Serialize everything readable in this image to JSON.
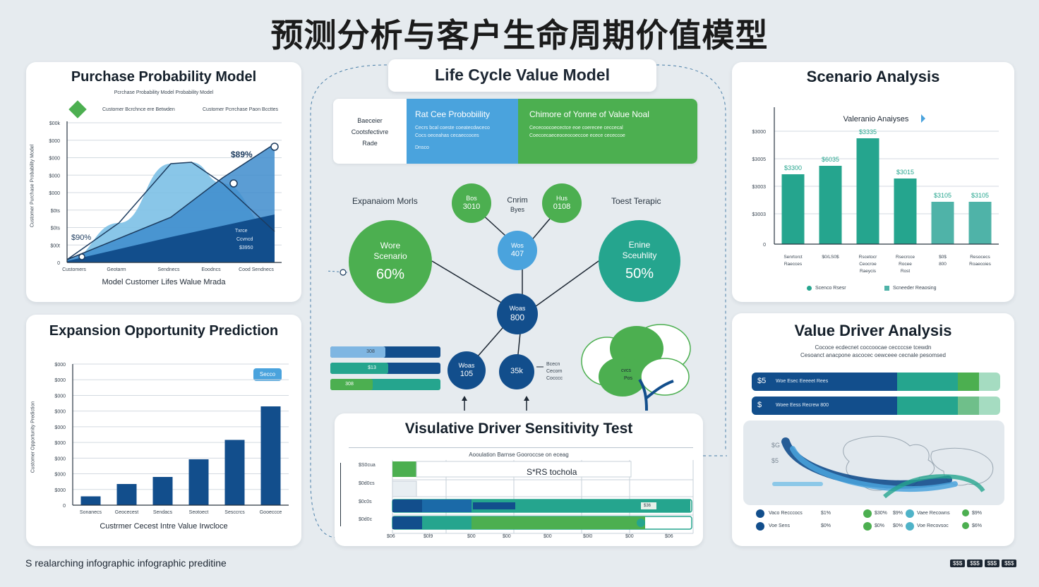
{
  "page": {
    "title": "预测分析与客户生命周期价值模型",
    "footer": "S realarching infographic infographic preditine",
    "badges": [
      "$$$",
      "$$$",
      "$$$",
      "$$$"
    ]
  },
  "colors": {
    "navy": "#124e8c",
    "blue": "#4aa3dd",
    "teal": "#25a58e",
    "green": "#4caf50",
    "background": "#e6ebef"
  },
  "purchase": {
    "title": "Purchase Probability Model",
    "subtitle": "Pcrchase Probability Model Probability Model",
    "legend": [
      "Customer Bcrchnce ere Betwden",
      "Customer Pcrrchase Paon Bccttes"
    ],
    "ylabel": "Customer Purchase Probability Model",
    "xlabel": "Model Customer Lifes Walue Mrada",
    "annotations": {
      "peak": "$89%",
      "start": "$90%",
      "inner": [
        "Txrce",
        "Ccvncd",
        "$3950"
      ]
    }
  },
  "lifecycle": {
    "title": "Life Cycle Value Model",
    "header": {
      "left": [
        "Baeceier",
        "Cootsfectivre",
        "Rade"
      ],
      "mid_title": "Rat Cee Probobiility",
      "mid_body": [
        "Cecrs bcal coeste coeatecdwceco",
        "Cocs oeceahas cecaeccoces"
      ],
      "mid_foot": "Dnsco",
      "right_title": "Chimore of Yonne of Value Noal",
      "right_body": [
        "Cececoocoecectce eoe coerecee ceccecal",
        "Coeccecaeceoceocoeccoe ecece cececcoe"
      ]
    },
    "left_label": "Expanaiom Morls",
    "right_label": "Toest Terapic",
    "top_mid_label": [
      "Cnrim",
      "Byes"
    ],
    "nodes": {
      "top_left": [
        "Bos",
        "3010"
      ],
      "top_right": [
        "Hus",
        "0108"
      ],
      "center_top": [
        "Wos",
        "407"
      ],
      "left_big": [
        "Wore",
        "Scenario",
        "60%"
      ],
      "right_big": [
        "Enine",
        "Sceuhlity",
        "50%"
      ],
      "center": [
        "Woas",
        "800"
      ],
      "bottom_left": [
        "Woas",
        "105"
      ],
      "bottom_mid": [
        "35k"
      ]
    },
    "bars": [
      "308",
      "$13",
      "308"
    ],
    "tree_label": [
      "cvcs",
      "Pos"
    ],
    "bottom_mid_note": [
      "Bcecn",
      "Cecorn",
      "Cocccc"
    ]
  },
  "sensitivity": {
    "title": "Visulative Driver Sensitivity Test",
    "subtitle": "Aooulation Barnse Gooroccse on eceag",
    "highlight": "S*RS tochola",
    "rows": [
      "$S0cua",
      "$0d0cs",
      "$0c0s",
      "$0d0c"
    ],
    "xticks": [
      "$06",
      "$0l9",
      "$00",
      "$00",
      "$00",
      "$0l0",
      "$00",
      "$06"
    ],
    "bar_label": "$36"
  },
  "scenario": {
    "title": "Scenario Analysis",
    "legend": [
      "Scenco Rsesr",
      "Scneeder Reaosing"
    ]
  },
  "expansion": {
    "title": "Expansion Opportunity Prediction",
    "badge": "Secco",
    "xlabel": "Custrmer Cecest Intre Value Irwcloce",
    "ylabel": "Customer Opportunity Prediction"
  },
  "driver": {
    "title": "Value Driver Analysis",
    "subtitle": [
      "Cococe ecdecnet coccoocae ceccccse tcewdn",
      "Cesoanct anacpone ascocec oewceee cecnale pesomsed"
    ],
    "bars": [
      {
        "icon": "$5",
        "label": "Woe Esec  Eeeeet Rees"
      },
      {
        "icon": "$",
        "label": "Woee Eess  Recrew 800"
      }
    ],
    "map_labels": [
      "$G",
      "$5"
    ],
    "legend": [
      {
        "label": "Vaco Recccocs",
        "value": "$1%"
      },
      {
        "label": "Voe Sens",
        "value": "$0%"
      },
      {
        "label": "$30%",
        "value": "$9%"
      },
      {
        "label": "$0%",
        "value": "$0%"
      },
      {
        "label": "Vaee Recowns",
        "value": "$9%"
      },
      {
        "label": "Voe Recovsoc",
        "value": "$6%"
      }
    ]
  },
  "chart_data": [
    {
      "type": "area",
      "title": "Purchase Probability Model",
      "xlabel": "Model Customer Lifes Walue Mrada",
      "ylabel": "Customer Purchase Probability Model",
      "categories": [
        "Customers",
        "Geotarm",
        "Sendnecs",
        "Eoodncs",
        "Cood Sendnecs"
      ],
      "yticks": [
        "$00k",
        "$000",
        "$000",
        "$000",
        "$000",
        "$0ts",
        "$0ts",
        "$00t",
        "0"
      ],
      "series": [
        {
          "x": [
            0,
            0.25,
            0.5,
            0.6,
            0.75,
            1.0
          ],
          "values": [
            0.02,
            0.28,
            0.7,
            0.71,
            0.56,
            0.22
          ]
        },
        {
          "x": [
            0,
            0.5,
            0.75,
            1.0
          ],
          "values": [
            0.02,
            0.32,
            0.6,
            0.84
          ]
        },
        {
          "x": [
            0,
            0.5,
            1.0
          ],
          "values": [
            0.01,
            0.18,
            0.34
          ]
        }
      ]
    },
    {
      "type": "bar",
      "title": "Scenario Analysis",
      "subtitle": "Valeranio Anaiyses",
      "categories": [
        "Senrtorct Raecces",
        "$0/LS0$",
        "Rscetocr Ceocroe Raeycis",
        "Rsecrcce Rocee Rost",
        "$0$ 800",
        "Resocecs Roaecoies"
      ],
      "values": [
        3.3,
        3.7,
        5.0,
        3.1,
        2.0,
        2.0
      ],
      "value_labels": [
        "$3300",
        "$6035",
        "$3335",
        "$3015",
        "$3105",
        "$3105"
      ],
      "yticks": [
        "$3000",
        "$3005",
        "$3003",
        "$3003",
        "0"
      ],
      "ylim": [
        0,
        6
      ]
    },
    {
      "type": "bar",
      "title": "Expansion Opportunity Prediction",
      "xlabel": "Custrmer Cecest Intre Value Irwcloce",
      "ylabel": "Customer Opportunity Prediction",
      "categories": [
        "Sonanecs",
        "Geocecest",
        "Sendacs",
        "Seotoect",
        "Sesccrcs",
        "Gooeccce"
      ],
      "values": [
        0.5,
        1.2,
        1.6,
        2.6,
        3.7,
        5.6
      ],
      "yticks": [
        "$000",
        "$000",
        "$000",
        "$000",
        "$000",
        "$000",
        "$000",
        "$000",
        "$000",
        "0"
      ],
      "ylim": [
        0,
        8
      ]
    }
  ]
}
